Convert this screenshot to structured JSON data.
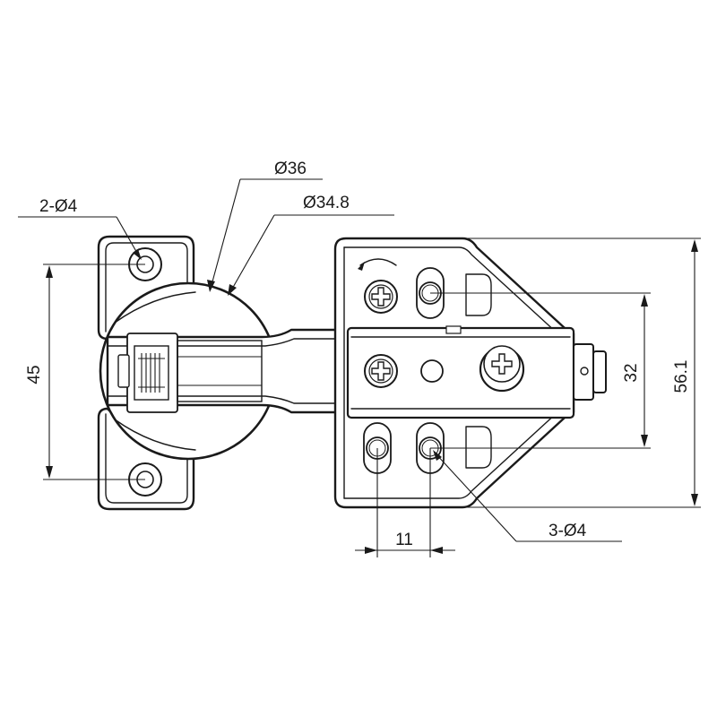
{
  "labels": {
    "mounting_holes_left": "2-Ø4",
    "cup_outer_diameter": "Ø36",
    "cup_inner_diameter": "Ø34.8",
    "mounting_holes_right": "3-Ø4",
    "dim_left_vertical": "45",
    "dim_inner_vertical": "32",
    "dim_outer_vertical": "56.1",
    "dim_bottom_horizontal": "11"
  },
  "colors": {
    "line": "#1a1a1a",
    "background": "#ffffff"
  }
}
